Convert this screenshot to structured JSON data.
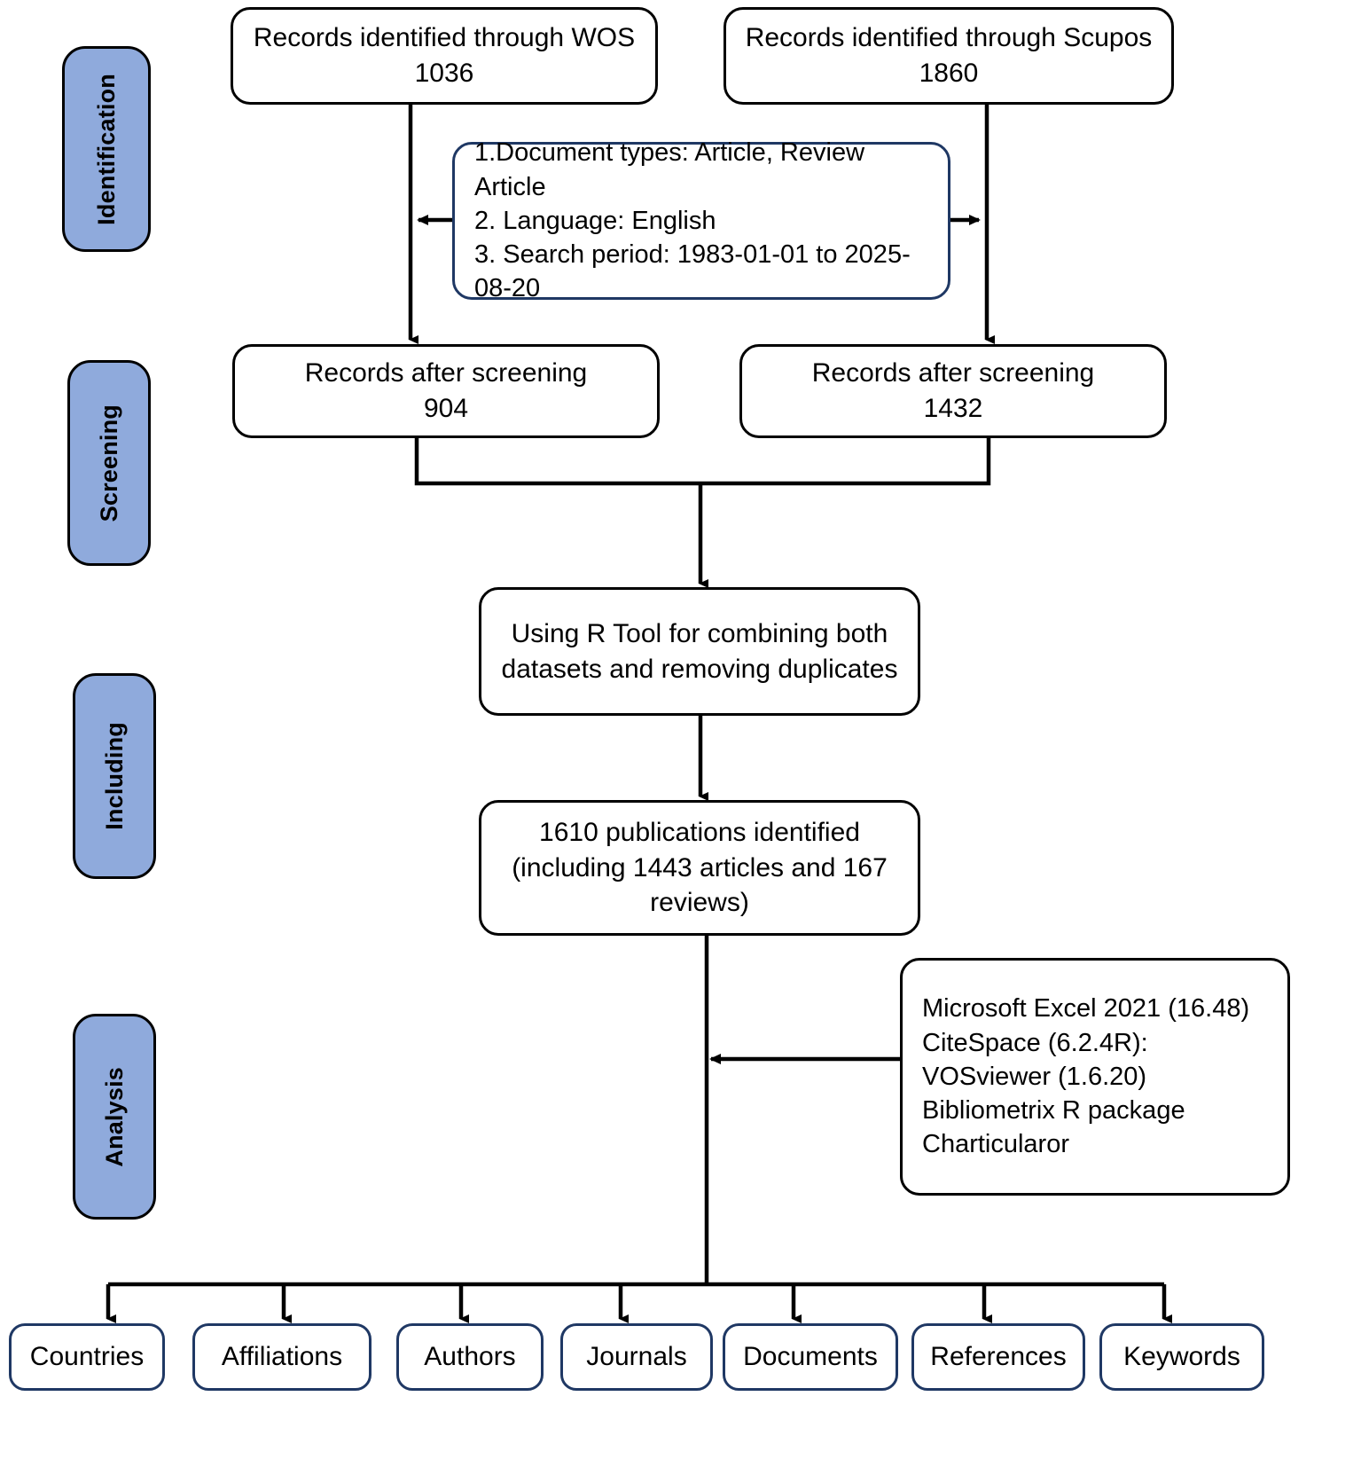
{
  "diagram": {
    "title": "PRISMA-style bibliometric literature screening flowchart",
    "colors": {
      "stage_fill": "#8FAADC",
      "stage_border": "#000000",
      "box_border_black": "#000000",
      "box_border_navy": "#1F3864",
      "background": "#FFFFFF",
      "connector": "#000000"
    }
  },
  "stages": [
    {
      "id": "identification",
      "label": "Identification"
    },
    {
      "id": "screening",
      "label": "Screening"
    },
    {
      "id": "including",
      "label": "Including"
    },
    {
      "id": "analysis",
      "label": "Analysis"
    }
  ],
  "nodes": {
    "wos": {
      "label": "Records identified through WOS\n1036",
      "source": "WOS",
      "count": "1036"
    },
    "scopus": {
      "label": "Records identified through Scupos\n1860",
      "source": "Scupos",
      "count": "1860"
    },
    "criteria": {
      "lines": [
        "1.Document types: Article, Review Article",
        "2. Language: English",
        "3. Search period: 1983-01-01 to 2025-08-20"
      ],
      "label": "1.Document types: Article, Review Article\n2. Language: English\n3. Search period: 1983-01-01 to 2025-08-20"
    },
    "screened_wos": {
      "label": "Records after screening\n904",
      "count": "904"
    },
    "screened_scopus": {
      "label": "Records after screening\n1432",
      "count": "1432"
    },
    "rtool": {
      "label": "Using R Tool for combining both\ndatasets and removing duplicates"
    },
    "merged": {
      "label": "1610 publications identified\n(including 1443 articles and 167\nreviews)",
      "total": "1610",
      "articles": "1443",
      "reviews": "167"
    },
    "software": {
      "lines": [
        "Microsoft Excel 2021 (16.48)",
        "CiteSpace (6.2.4R):",
        "VOSviewer (1.6.20)",
        "Bibliometrix R package",
        "Charticularor"
      ],
      "label": "Microsoft Excel 2021 (16.48)\nCiteSpace (6.2.4R):\nVOSviewer (1.6.20)\nBibliometrix R package\nCharticularor"
    }
  },
  "outputs": [
    {
      "id": "countries",
      "label": "Countries"
    },
    {
      "id": "affiliations",
      "label": "Affiliations"
    },
    {
      "id": "authors",
      "label": "Authors"
    },
    {
      "id": "journals",
      "label": "Journals"
    },
    {
      "id": "documents",
      "label": "Documents"
    },
    {
      "id": "references",
      "label": "References"
    },
    {
      "id": "keywords",
      "label": "Keywords"
    }
  ]
}
